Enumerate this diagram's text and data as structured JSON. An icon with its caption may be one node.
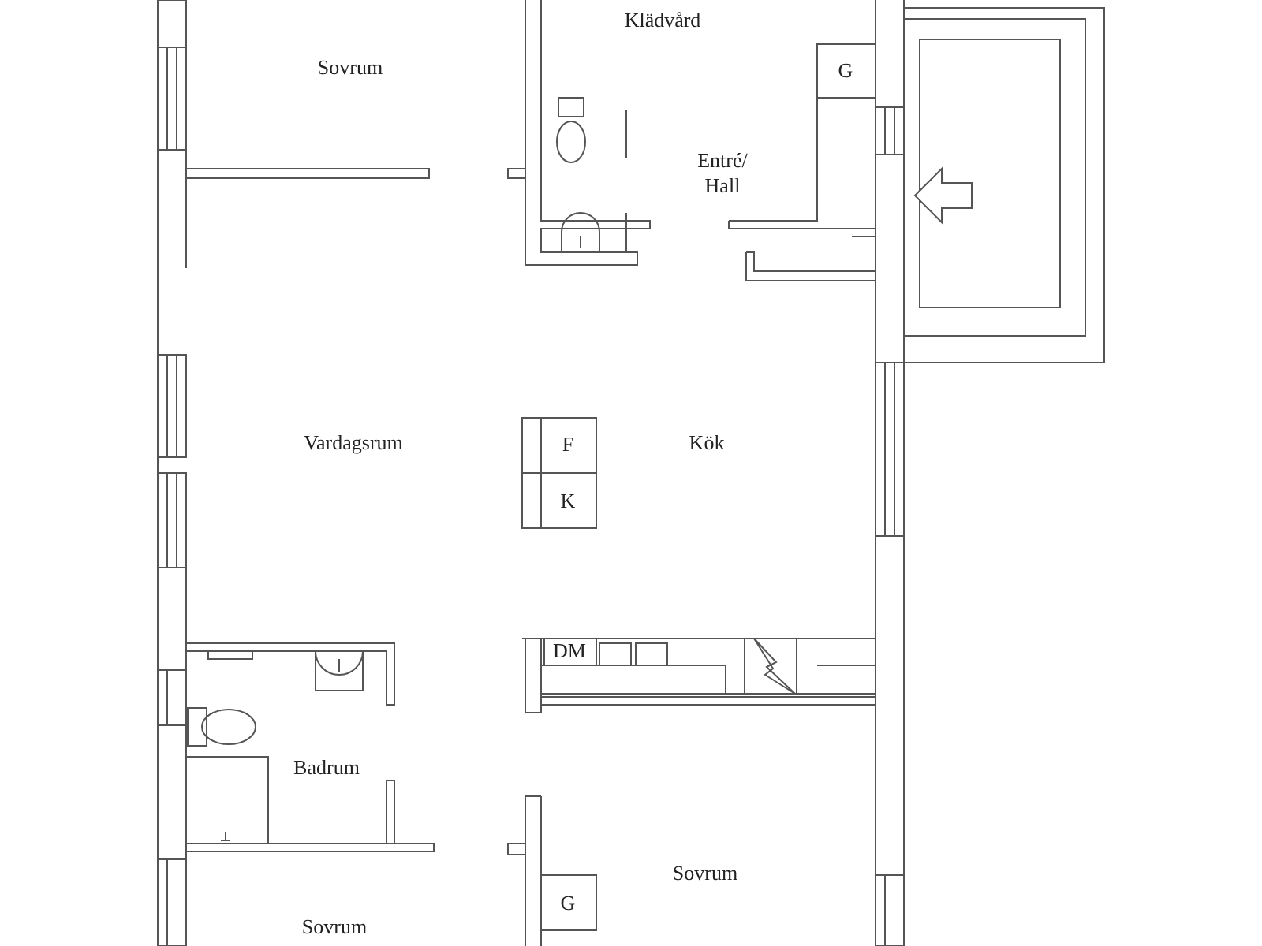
{
  "diagram": {
    "labels": [
      "Klädvård",
      "Sovrum",
      "G",
      "Entré/ Hall",
      "Vardagsrum",
      "F",
      "Kök",
      "K",
      "DM",
      "Badrum",
      "Sovrum",
      "G",
      "Sovrum"
    ]
  }
}
